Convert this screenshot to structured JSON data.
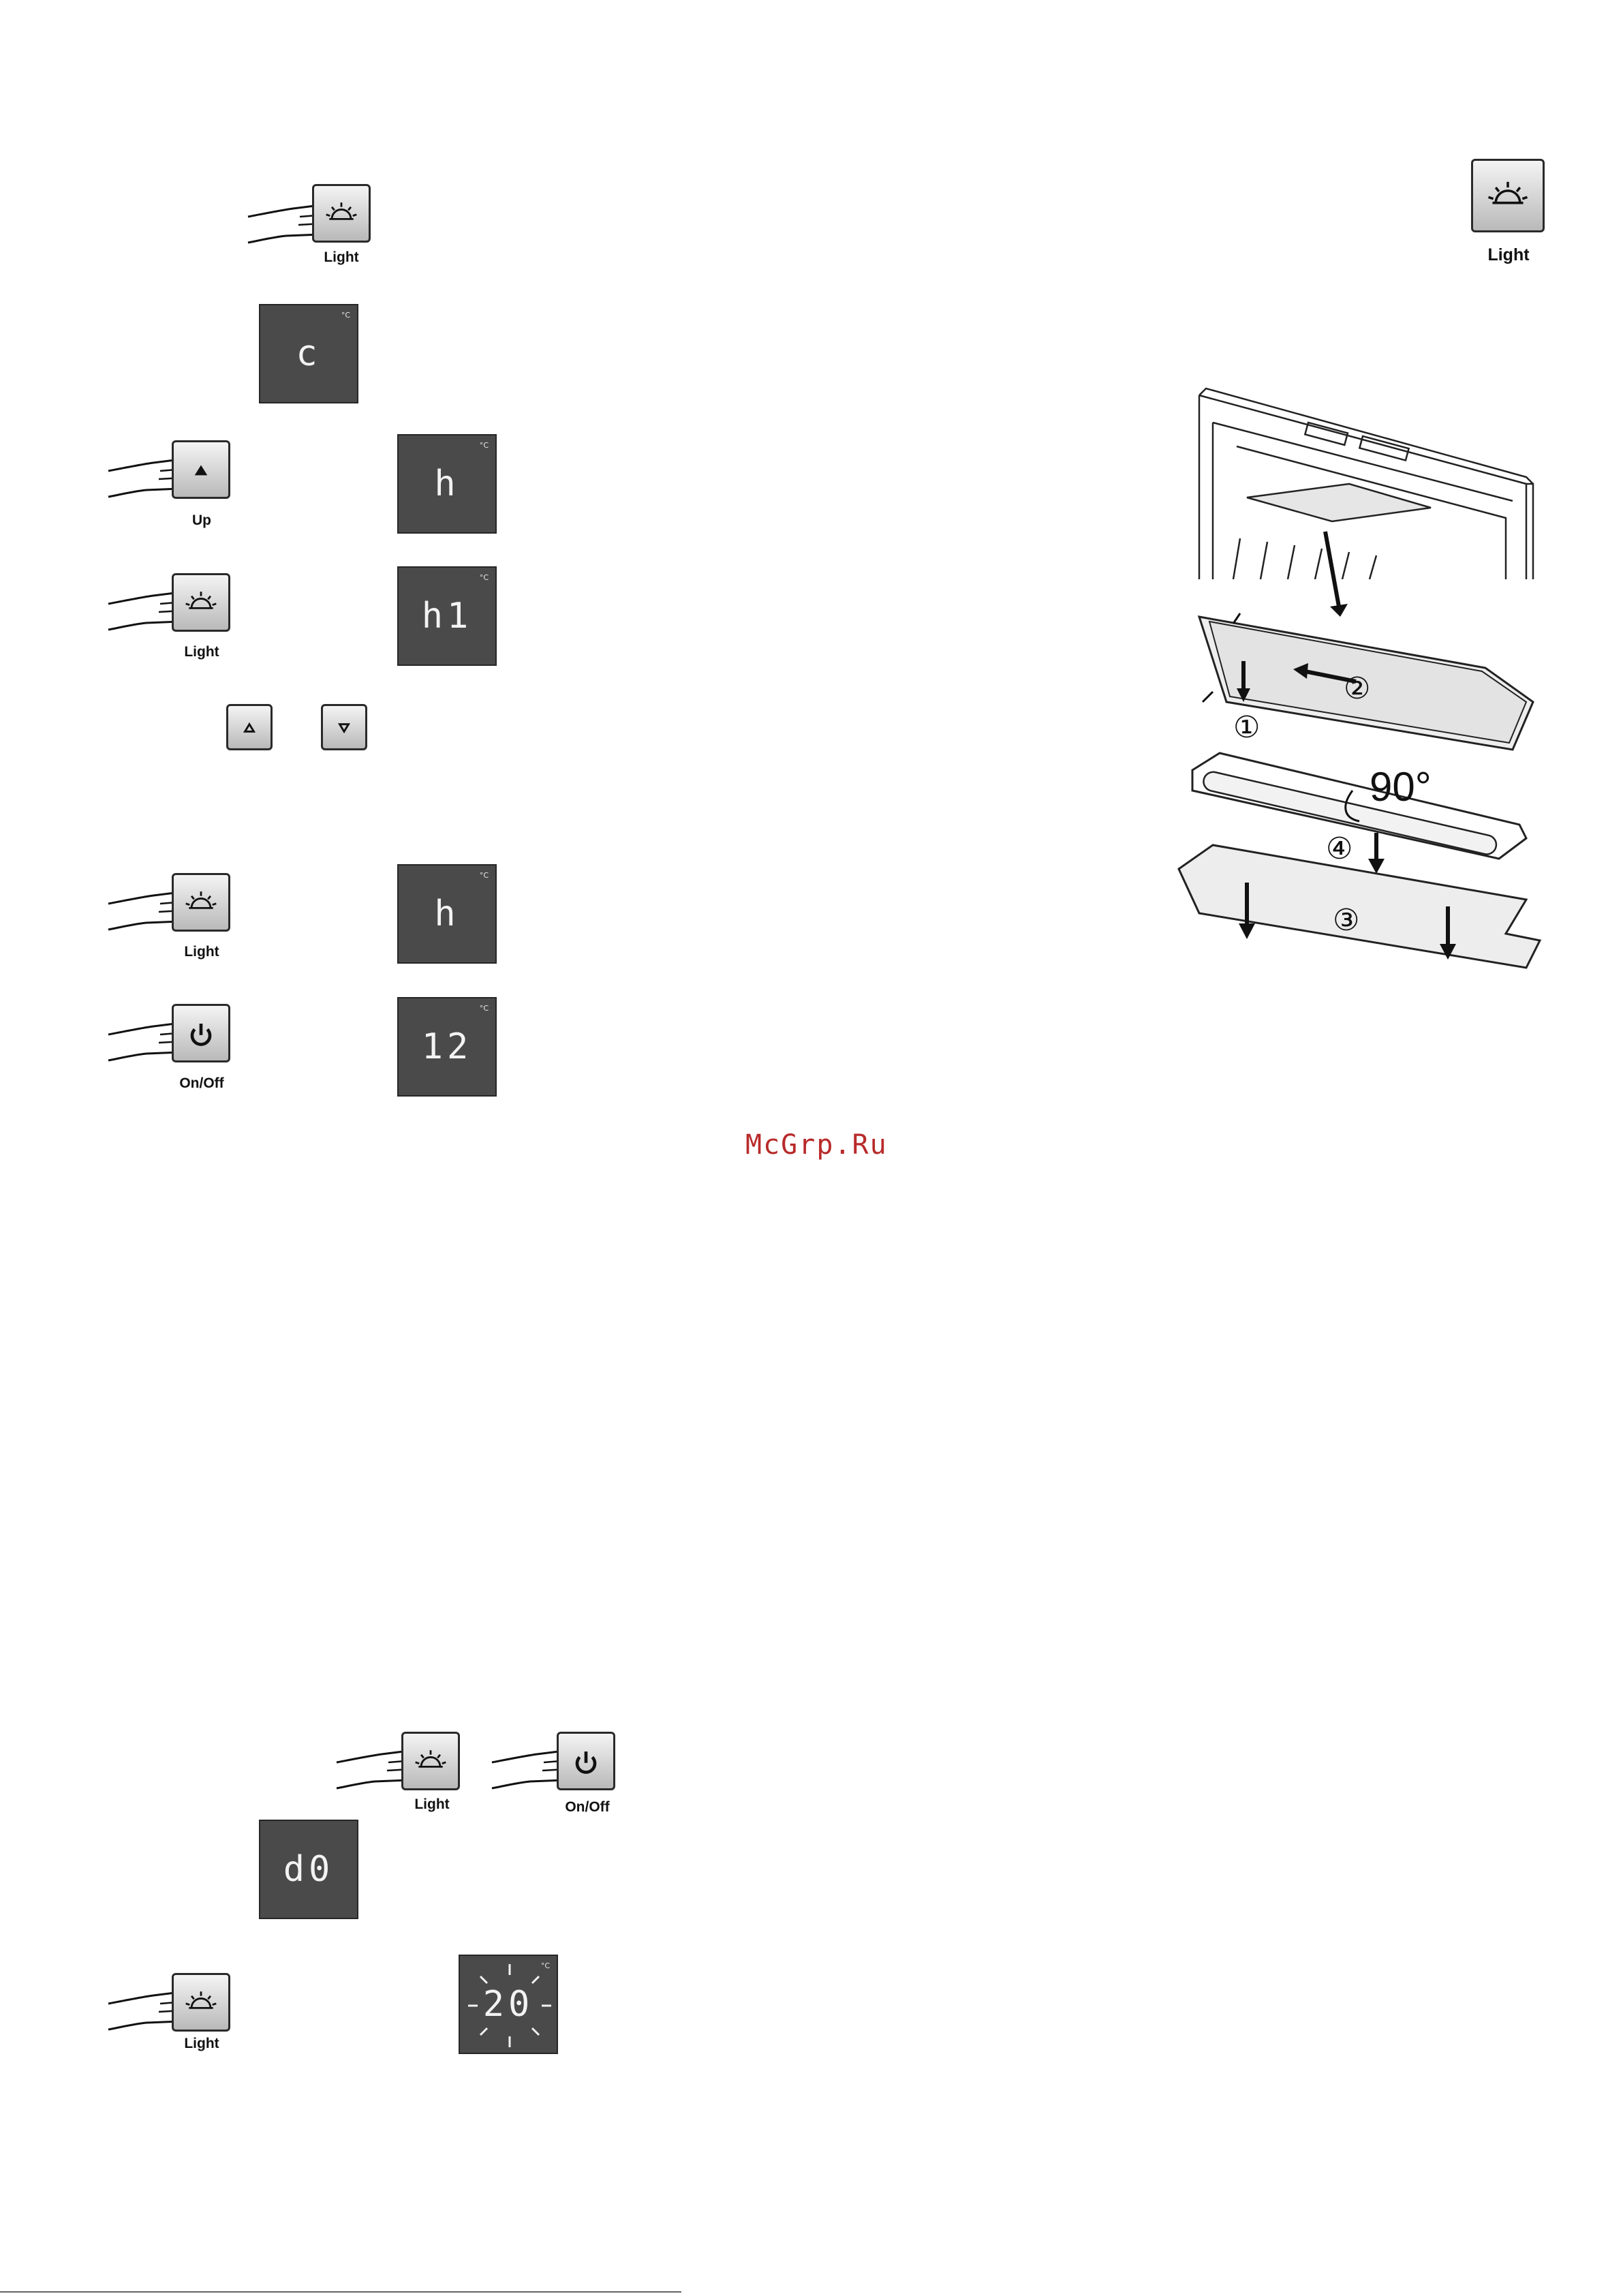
{
  "labels": {
    "light": "Light",
    "up": "Up",
    "onoff": "On/Off"
  },
  "unit": "°C",
  "displays": {
    "d1": "c",
    "d2": "h",
    "d3": "h1",
    "d4": "h",
    "d5": "12",
    "d6": "d0",
    "d7": "20"
  },
  "illustration": {
    "angle": "90°",
    "steps": [
      "①",
      "②",
      "③",
      "④"
    ]
  },
  "watermark": "McGrp.Ru",
  "icons": {
    "light": "light-icon",
    "up": "arrow-up-icon",
    "down": "arrow-down-icon",
    "power": "power-icon",
    "hand": "hand-pointer-icon"
  }
}
